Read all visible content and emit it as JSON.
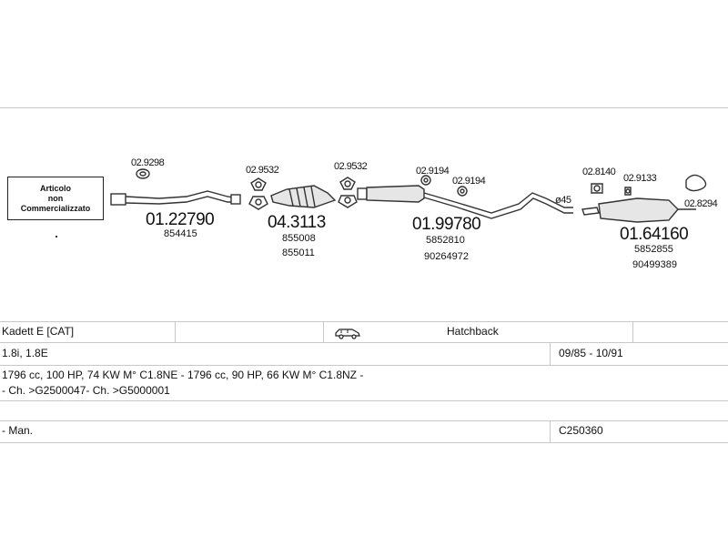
{
  "note_box": {
    "line1": "Articolo",
    "line2": "non",
    "line3": "Commercializzato"
  },
  "parts": {
    "p1": {
      "number": "01.22790",
      "oem": [
        "854415"
      ],
      "clamp": "02.9298"
    },
    "p2": {
      "number": "04.3113",
      "oem": [
        "855008",
        "855011"
      ],
      "gasket_left": "02.9532",
      "gasket_right": "02.9532"
    },
    "p3": {
      "number": "01.99780",
      "oem": [
        "5852810",
        "90264972"
      ],
      "hanger1": "02.9194",
      "hanger2": "02.9194"
    },
    "p4": {
      "number": "01.64160",
      "oem": [
        "5852855",
        "90499389"
      ],
      "hanger1": "02.8140",
      "hanger2": "02.9133",
      "hanger3": "02.8294"
    },
    "pipe_diameter": "ø45"
  },
  "table": {
    "row1": {
      "model": "Kadett E [CAT]",
      "body": "Hatchback",
      "vehicle_icon": "car-icon"
    },
    "row2": {
      "engine": "1.8i, 1.8E",
      "years": "09/85 - 10/91"
    },
    "row3": {
      "specs": "1796 cc, 100 HP, 74 KW M° C1.8NE - 1796 cc, 90 HP, 66 KW M° C1.8NZ -"
    },
    "row4": {
      "chassis": "- Ch. >G2500047- Ch. >G5000001"
    },
    "row5": {
      "transmission": "- Man.",
      "code": "C250360"
    }
  }
}
